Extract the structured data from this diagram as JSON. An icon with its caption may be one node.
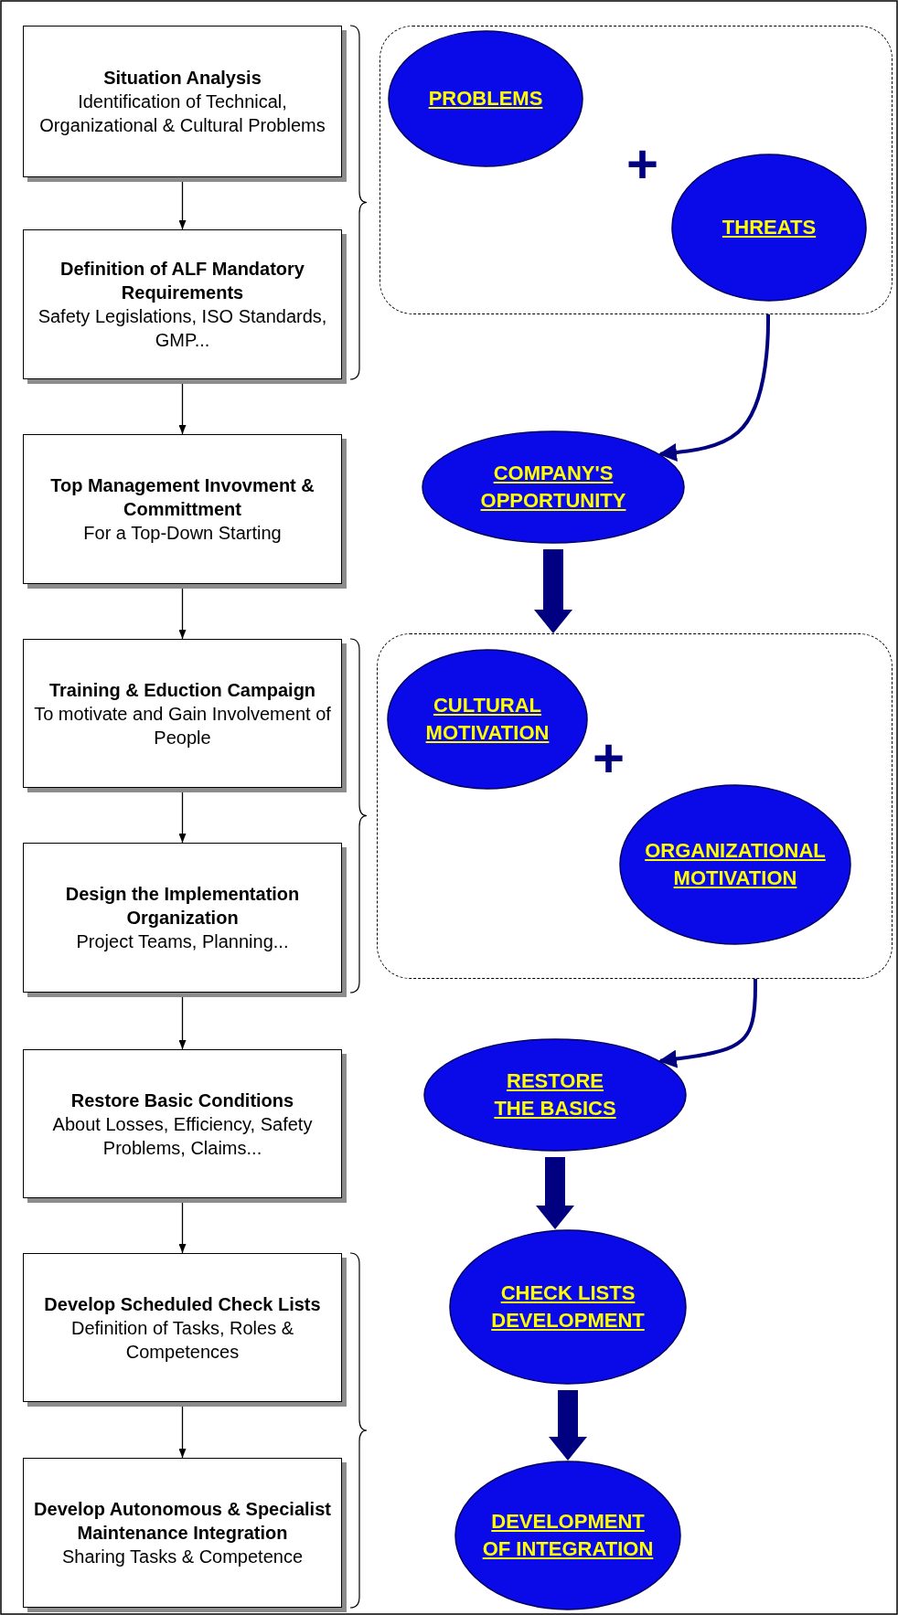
{
  "diagram": {
    "nodes": [
      {
        "text": [
          "Situation Analysis",
          "Identification of Technical, Organizational & Cultural Problems"
        ]
      },
      {
        "text": [
          "Definition of ALF Mandatory Requirements",
          "Safety Legislations, ISO Standards, GMP..."
        ]
      },
      {
        "text": [
          "Top Management Invovment & Committment",
          "For a Top-Down Starting"
        ]
      },
      {
        "text": [
          "Training & Eduction Campaign",
          "To motivate and Gain Involvement of People"
        ]
      },
      {
        "text": [
          "Design the Implementation Organization",
          "Project Teams, Planning..."
        ]
      },
      {
        "text": [
          "Restore Basic Conditions",
          "About Losses, Efficiency, Safety Problems, Claims..."
        ]
      },
      {
        "text": [
          "Develop Scheduled Check Lists",
          "Definition of Tasks, Roles & Competences"
        ]
      },
      {
        "text": [
          "Develop Autonomous & Specialist Maintenance Integration",
          "Sharing Tasks & Competence"
        ]
      },
      {
        "text": [],
        "shape": "box"
      },
      {
        "text": [
          "PROBLEMS"
        ],
        "in": 8
      },
      {
        "text": [
          "THREATS"
        ],
        "in": 8
      },
      {
        "text": [
          "COMPANY'S OPPORTUNITY"
        ]
      },
      {
        "text": [],
        "shape": "box"
      },
      {
        "text": [
          "CULTURAL MOTIVATION"
        ],
        "in": 12
      },
      {
        "text": [
          "ORGANIZATIONAL MOTIVATION"
        ],
        "in": 12
      },
      {
        "text": [
          "RESTORE THE BASICS"
        ]
      },
      {
        "text": [
          "CHECK LISTS DEVELOPMENT"
        ]
      },
      {
        "text": [
          "DEVELOPMENT OF INTEGRATION"
        ]
      }
    ],
    "edges": [
      {
        "from": 0,
        "to": 1,
        "arrow": "to"
      },
      {
        "from": 1,
        "to": 2,
        "arrow": "to"
      },
      {
        "from": 2,
        "to": 3,
        "arrow": "to"
      },
      {
        "from": 3,
        "to": 4,
        "arrow": "to"
      },
      {
        "from": 4,
        "to": 5,
        "arrow": "to"
      },
      {
        "from": 5,
        "to": 6,
        "arrow": "to"
      },
      {
        "from": 6,
        "to": 7,
        "arrow": "to"
      },
      {
        "from": 8,
        "to": 11,
        "arrow": "to",
        "style": "thick",
        "color": "#000080"
      },
      {
        "from": 11,
        "to": 12,
        "arrow": "to",
        "style": "thick",
        "color": "#000080"
      },
      {
        "from": 12,
        "to": 15,
        "arrow": "to",
        "style": "thick",
        "color": "#000080"
      },
      {
        "from": 15,
        "to": 16,
        "arrow": "to",
        "style": "thick",
        "color": "#000080"
      },
      {
        "from": 16,
        "to": 17,
        "arrow": "to",
        "style": "thick",
        "color": "#000080"
      }
    ],
    "labels": [
      "+",
      "+"
    ]
  }
}
